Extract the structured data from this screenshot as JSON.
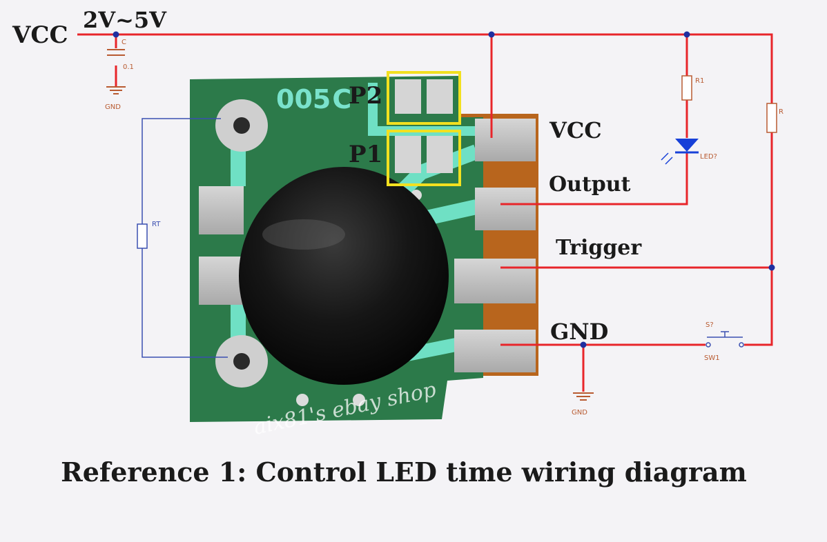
{
  "labels": {
    "vcc_supply": "VCC",
    "voltage_range": "2V~5V",
    "pin_vcc": "VCC",
    "pin_output": "Output",
    "pin_trigger": "Trigger",
    "pin_gnd": "GND",
    "jumper_p2": "P2",
    "jumper_p1": "P1",
    "chip_marking": "005",
    "chip_marking_prefix": "C",
    "watermark": "aix81's ebay shop",
    "cap_ref": "C",
    "cap_value": "0.1",
    "gnd_symbol_top": "GND",
    "gnd_symbol_bottom": "GND",
    "rt_ref": "RT",
    "r1_ref": "R1",
    "r_ref": "R",
    "led_ref": "LED?",
    "switch_ref": "S?",
    "switch_name": "SW1"
  },
  "caption": "Reference 1:  Control LED time wiring diagram",
  "colors": {
    "wire_red": "#e8252a",
    "wire_blue": "#3a4fb0",
    "board_green": "#2c7a4a",
    "trace_cyan": "#6fe0c4",
    "pad_silver": "#c2c2c2",
    "copper": "#b8651d",
    "epoxy_black": "#151515",
    "highlight_yellow": "#f2e020",
    "node_blue": "#1f2fa0",
    "led_blue": "#1740d8"
  }
}
